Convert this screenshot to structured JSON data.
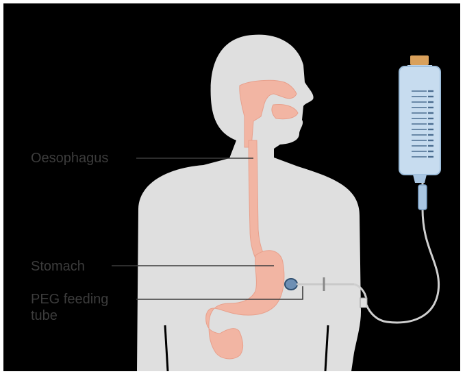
{
  "labels": {
    "oesophagus": "Oesophagus",
    "stomach": "Stomach",
    "peg_line1": "PEG feeding",
    "peg_line2": "tube"
  },
  "colors": {
    "background": "#000000",
    "body": "#dfdfdf",
    "organ": "#f2b5a3",
    "organ_outline": "#e8a08c",
    "bag": "#c7dcef",
    "bag_outline": "#9fbfdc",
    "cap": "#d9a05b",
    "label_text": "#3c3c3c",
    "tube": "#cfcfcf"
  },
  "icons": [
    "feeding-bag-icon",
    "human-torso-icon"
  ]
}
